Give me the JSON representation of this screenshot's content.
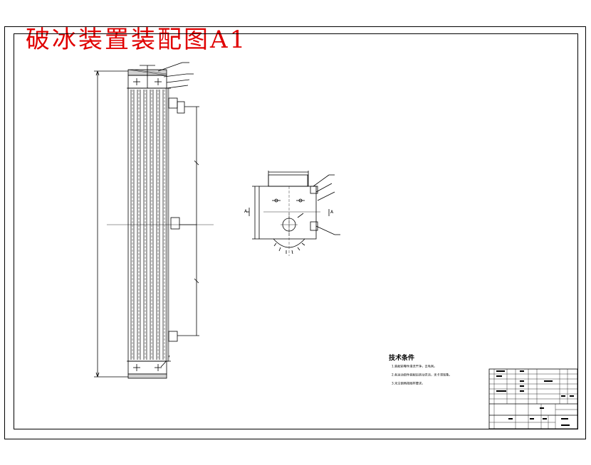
{
  "title": "破冰装置装配图A1",
  "title_color": "#e00000",
  "line_color": "#000000",
  "technical_notes": {
    "heading": "技术条件",
    "lines": [
      "1.装配前零件清洗干净，去毛刺。",
      "2.各运动部件装配后转动灵活，无卡滞现象。",
      "3.未注倒角按图样要求。"
    ]
  },
  "section_marks": {
    "a": "A",
    "b": "A"
  }
}
